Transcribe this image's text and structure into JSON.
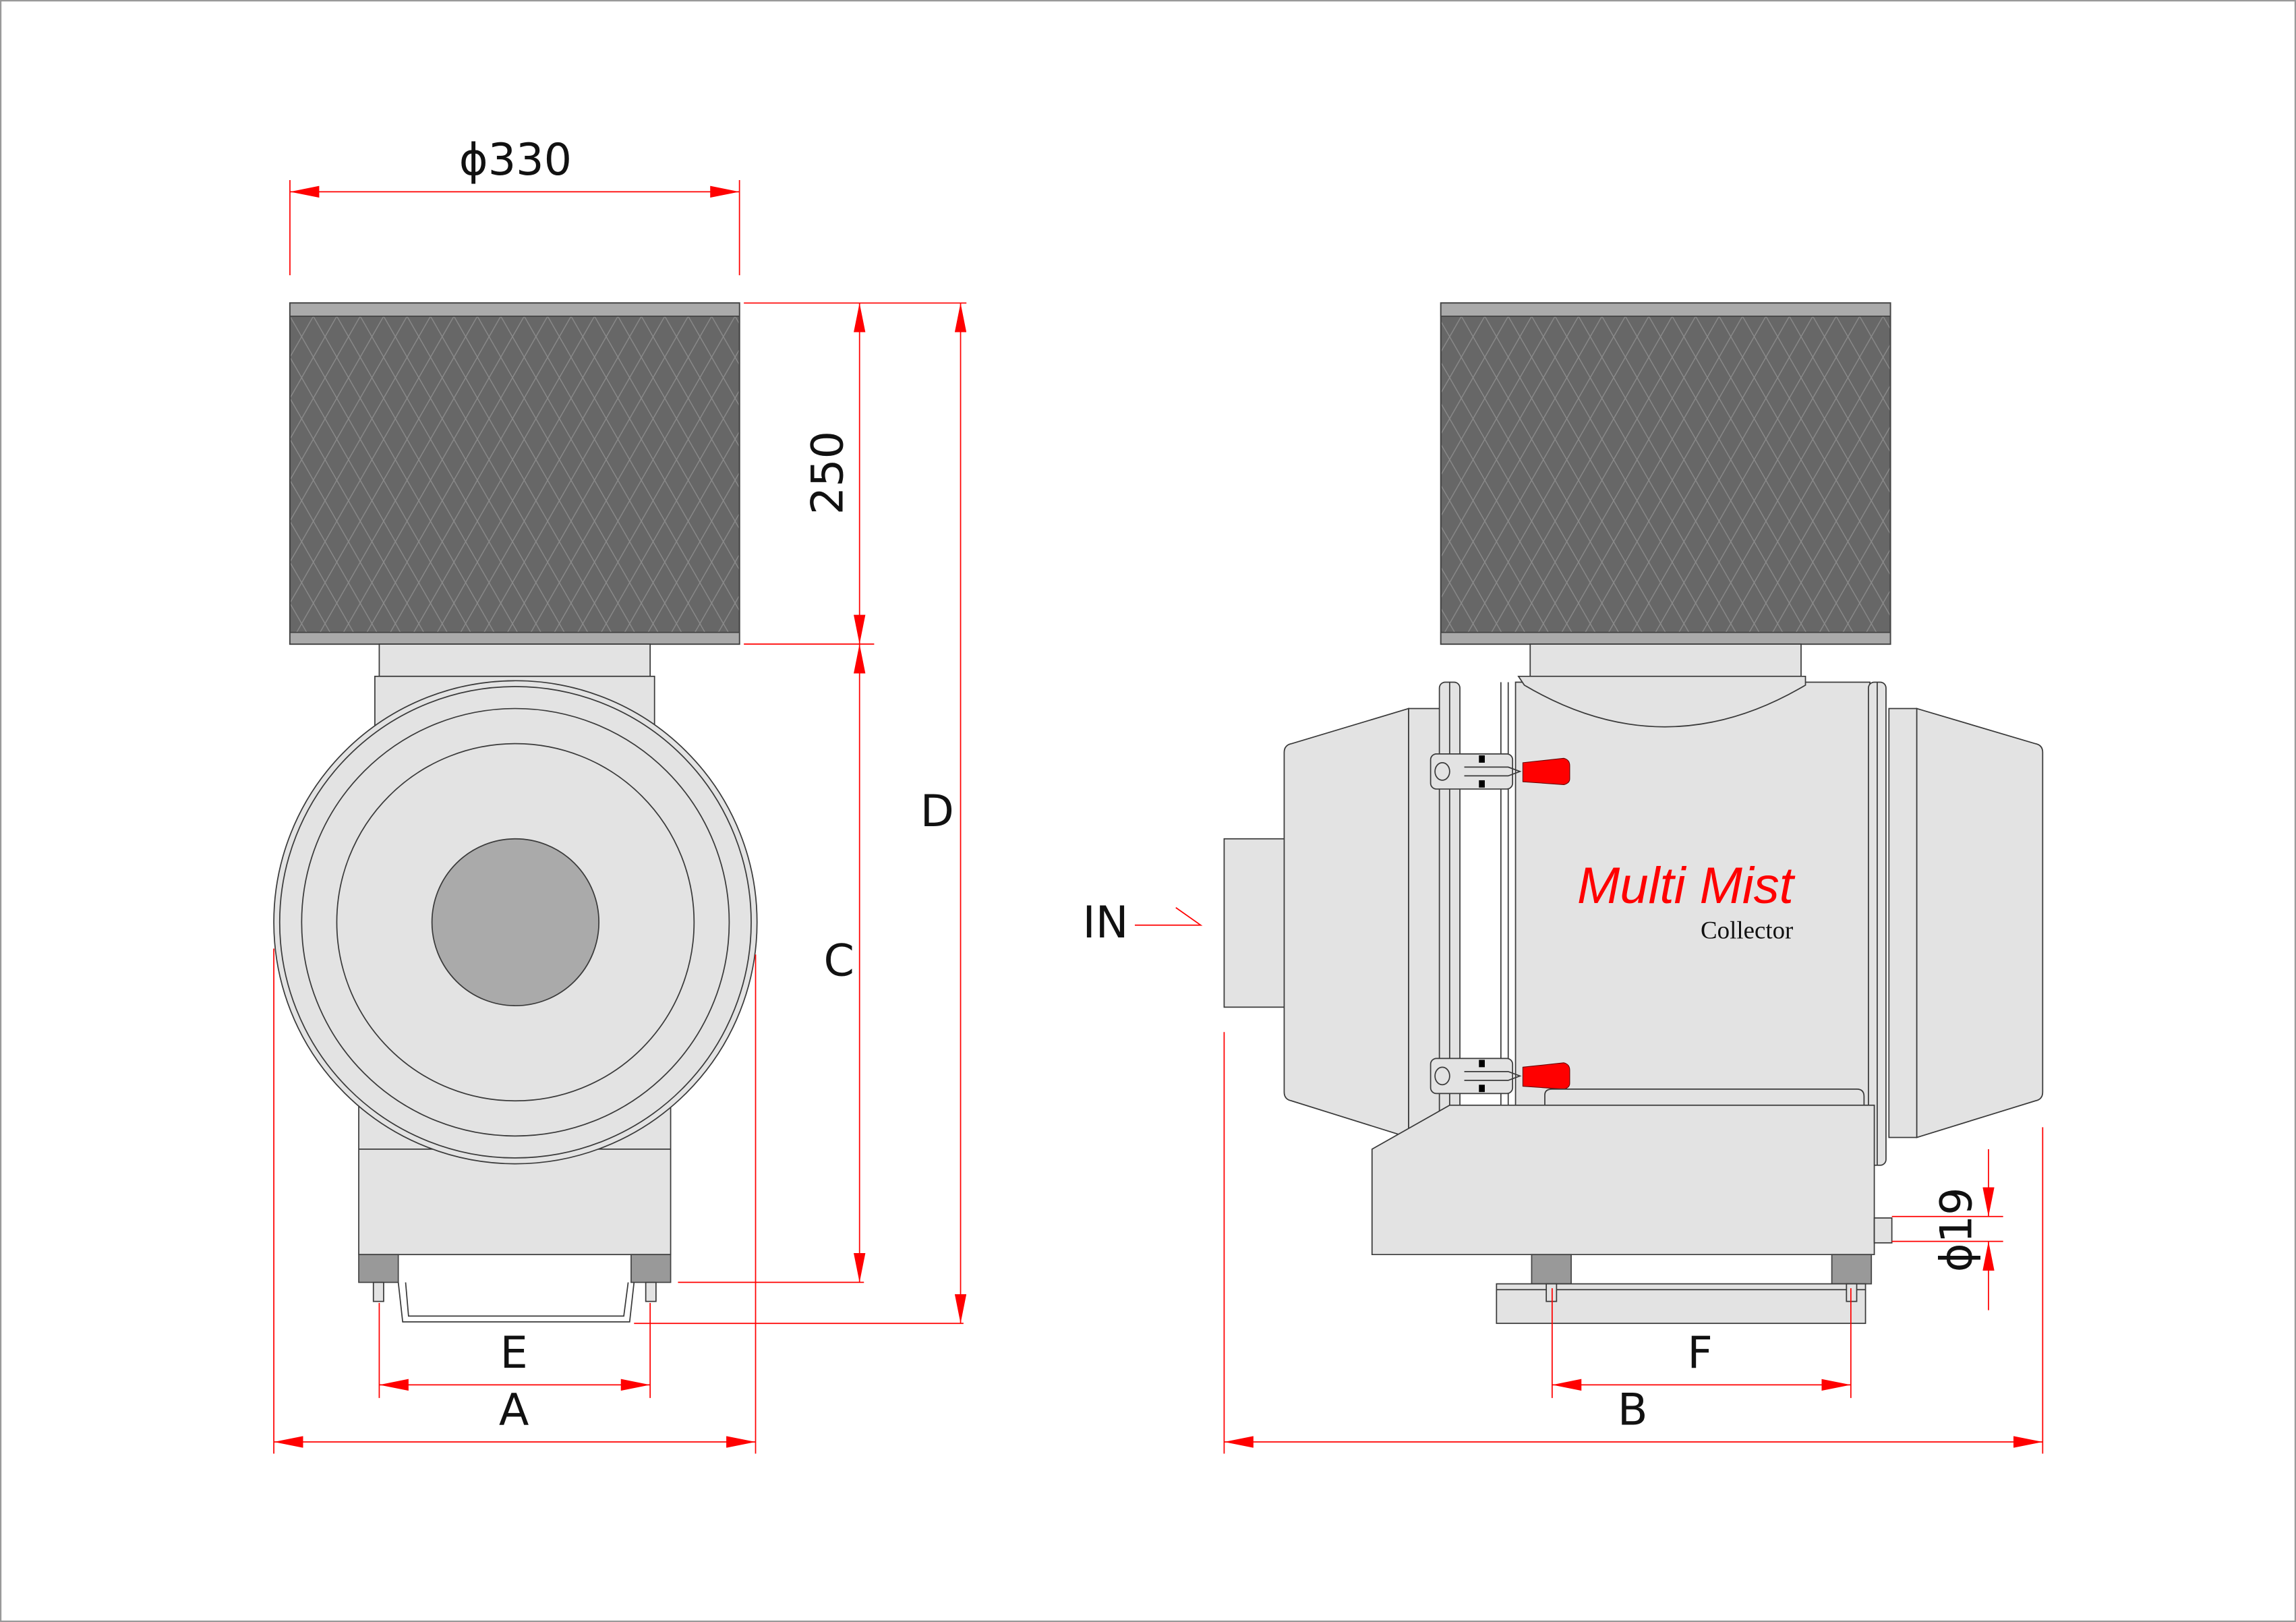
{
  "dimensions": {
    "filter_diameter": "ϕ330",
    "filter_height": "250",
    "overall_height": "D",
    "body_height": "C",
    "foot_span_front": "E",
    "width_front": "A",
    "foot_span_side": "F",
    "length_side": "B",
    "drain_diameter": "ϕ19"
  },
  "labels": {
    "inlet": "IN",
    "brand": "Multi Mist",
    "brand_sub": "Collector"
  },
  "colors": {
    "dimension": "#ff0000",
    "body": "#e3e3e3",
    "filter": "#676767",
    "handle": "#ff0000"
  }
}
